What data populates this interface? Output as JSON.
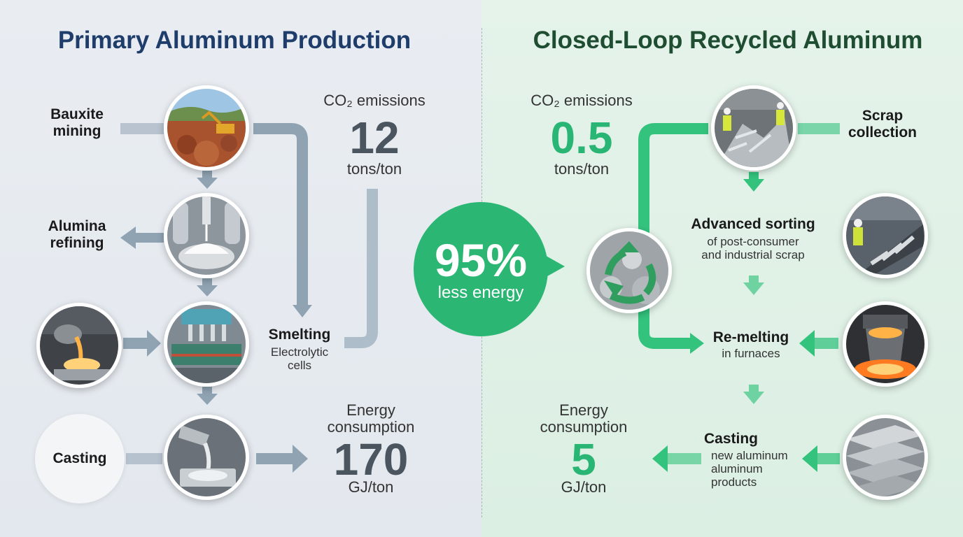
{
  "primary": {
    "title": "Primary Aluminum Production",
    "steps": {
      "bauxite": "Bauxite\nmining",
      "alumina": "Alumina\nrefining",
      "smelting": "Smelting",
      "smelting_sub": "Electrolytic\ncells",
      "casting": "Casting"
    },
    "co2": {
      "caption": "CO₂ emissions",
      "value": "12",
      "unit": "tons/ton"
    },
    "energy": {
      "caption": "Energy\nconsumption",
      "value": "170",
      "unit": "GJ/ton"
    }
  },
  "recycled": {
    "title": "Closed-Loop Recycled Aluminum",
    "steps": {
      "scrap": "Scrap\ncollection",
      "sorting": "Advanced sorting",
      "sorting_sub": "of post-consumer\nand industrial scrap",
      "remelting": "Re-melting",
      "remelting_sub": "in furnaces",
      "casting": "Casting",
      "casting_sub": "new aluminum\naluminum\nproducts"
    },
    "co2": {
      "caption": "CO₂ emissions",
      "value": "0.5",
      "unit": "tons/ton"
    },
    "energy": {
      "caption": "Energy\nconsumption",
      "value": "5",
      "unit": "GJ/ton"
    }
  },
  "badge": {
    "value": "95%",
    "caption": "less energy"
  },
  "colors": {
    "primary_title": "#1e3d6b",
    "recycled_title": "#1e4d32",
    "gray_arrow": "#8fa3b3",
    "green_arrow": "#34c37d",
    "badge": "#2bb673"
  },
  "icons": [
    "bauxite-mine-photo",
    "alumina-powder-photo",
    "smelting-cells-photo",
    "molten-pour-photo",
    "casting-pour-photo",
    "scrap-collection-photo",
    "recycle-icon",
    "sorting-conveyor-photo",
    "furnace-photo",
    "aluminum-ingots-photo"
  ]
}
